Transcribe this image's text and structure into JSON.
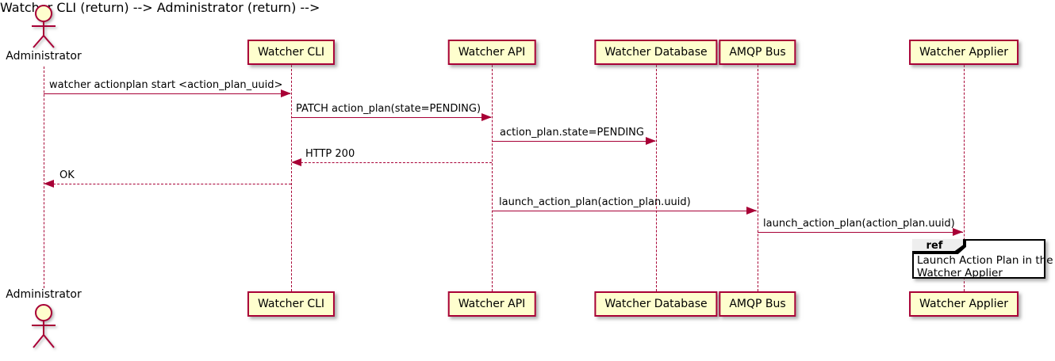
{
  "diagram": {
    "type": "sequence",
    "actor": {
      "name": "Administrator"
    },
    "participants": [
      {
        "name": "Watcher CLI"
      },
      {
        "name": "Watcher API"
      },
      {
        "name": "Watcher Database"
      },
      {
        "name": "AMQP Bus"
      },
      {
        "name": "Watcher Applier"
      }
    ],
    "messages": [
      {
        "from": "Administrator",
        "to": "Watcher CLI",
        "label": "watcher actionplan start <action_plan_uuid>",
        "line": "solid",
        "direction": "right"
      },
      {
        "from": "Watcher CLI",
        "to": "Watcher API",
        "label": "PATCH action_plan(state=PENDING)",
        "line": "solid",
        "direction": "right"
      },
      {
        "from": "Watcher API",
        "to": "Watcher Database",
        "label": "action_plan.state=PENDING",
        "line": "solid",
        "direction": "right"
      },
      {
        "from": "Watcher API",
        "to": "Watcher CLI",
        "label": "HTTP 200",
        "line": "dotted",
        "direction": "left"
      },
      {
        "from": "Watcher CLI",
        "to": "Administrator",
        "label": "OK",
        "line": "dotted",
        "direction": "left"
      },
      {
        "from": "Watcher API",
        "to": "AMQP Bus",
        "label": "launch_action_plan(action_plan.uuid)",
        "line": "solid",
        "direction": "right"
      },
      {
        "from": "AMQP Bus",
        "to": "Watcher Applier",
        "label": "launch_action_plan(action_plan.uuid)",
        "line": "solid",
        "direction": "right"
      }
    ],
    "ref": {
      "keyword": "ref",
      "over": "Watcher Applier",
      "lines": [
        "Launch Action Plan in the",
        "Watcher Applier"
      ]
    },
    "colors": {
      "participant_fill": "#FEFECE",
      "participant_border": "#A80036",
      "line_color": "#A80036",
      "ref_border": "#000000",
      "ref_header_fill": "#EEEEEE",
      "background": "#FFFFFF",
      "text": "#000000"
    }
  }
}
